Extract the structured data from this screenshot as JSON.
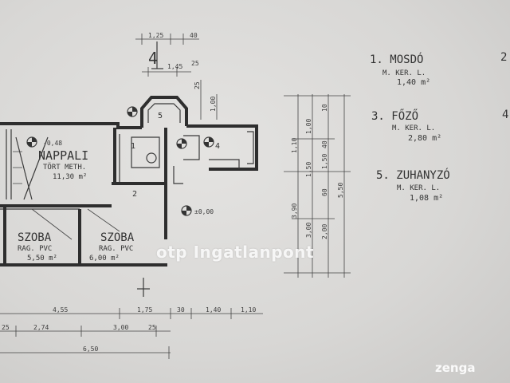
{
  "rooms": {
    "nappali": {
      "name": "NAPPALI",
      "floor": "TÖRT METH.",
      "area": "11,30 m²"
    },
    "szoba1": {
      "name": "SZOBA",
      "floor": "RAG. PVC",
      "area": "5,50 m²"
    },
    "szoba2": {
      "name": "SZOBA",
      "floor": "RAG. PVC",
      "area": "6,00 m²"
    }
  },
  "legend": [
    {
      "title": "1. MOSDÓ",
      "sub": "M. KER. L.",
      "area": "1,40 m²"
    },
    {
      "title": "3. FŐZŐ",
      "sub": "M. KER. L.",
      "area": "2,80 m²"
    },
    {
      "title": "5. ZUHANYZÓ",
      "sub": "M. KER. L.",
      "area": "1,08 m²"
    }
  ],
  "legend_partial": [
    "2",
    "4"
  ],
  "room_numbers": [
    "1",
    "2",
    "4",
    "5"
  ],
  "section_marker": "4",
  "dims_top": [
    "1,25",
    "40",
    "1,45",
    "25",
    "25",
    "1,00"
  ],
  "dims_bottom": [
    "4,55",
    "1,75",
    "30",
    "1,40",
    "1,10",
    "25",
    "2,74",
    "3,00",
    "25",
    "6,50"
  ],
  "dims_right": [
    "1,10",
    "1,50",
    "3,90",
    "3,00",
    "5,50",
    "1,00",
    "10",
    "40",
    "60",
    "2,00",
    "1,50"
  ],
  "levels": [
    "-0,48",
    "±0,00"
  ],
  "watermarks": {
    "otp": "otp Ingatlanpont",
    "zenga": "zenga"
  }
}
